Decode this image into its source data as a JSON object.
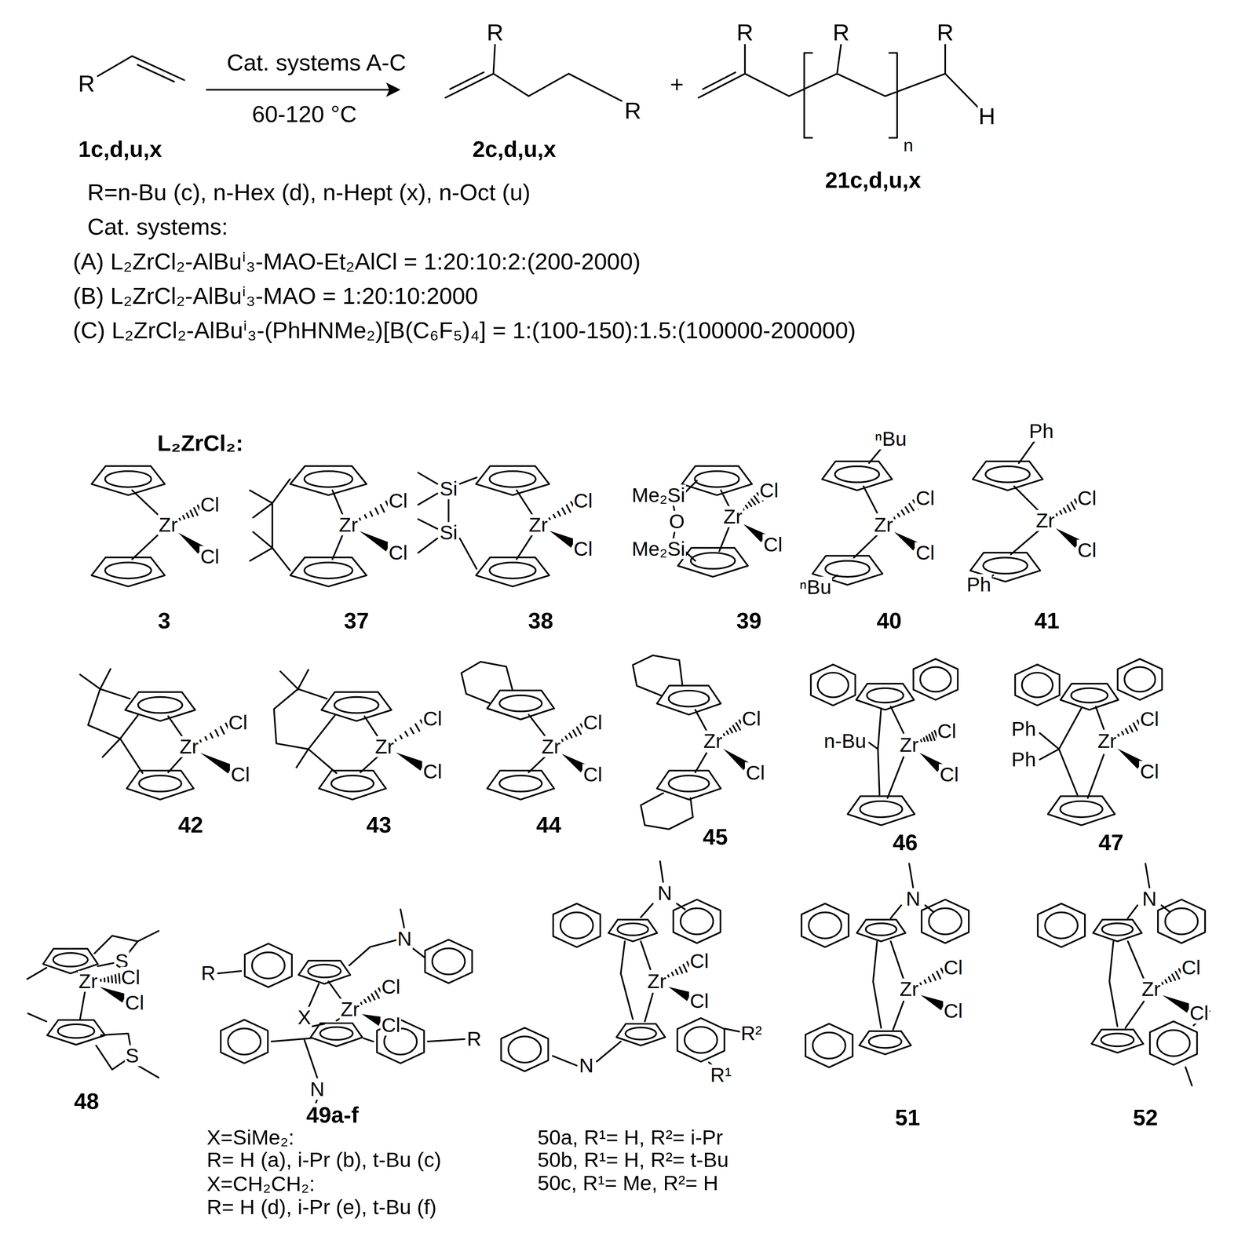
{
  "diagram": {
    "labels": [
      "R",
      "Cat. systems A-C",
      "60-120 °C",
      "R",
      "R",
      "+",
      "R",
      "R",
      "R",
      "H",
      "n",
      "1c,d,u,x",
      "2c,d,u,x",
      "21c,d,u,x",
      "R=n-Bu (c), n-Hex (d), n-Hept (x), n-Oct (u)",
      "Cat. systems:",
      "(A) L₂ZrCl₂-AlBuⁱ₃-MAO-Et₂AlCl = 1:20:10:2:(200-2000)",
      "(B) L₂ZrCl₂-AlBuⁱ₃-MAO = 1:20:10:2000",
      "(C) L₂ZrCl₂-AlBuⁱ₃-(PhHNMe₂)[B(C₆F₅)₄] = 1:(100-150):1.5:(100000-200000)",
      "L₂ZrCl₂:",
      "Zr",
      "Cl",
      "Cl",
      "3",
      "Zr",
      "Cl",
      "Cl",
      "37",
      "Si",
      "Si",
      "Zr",
      "Cl",
      "Cl",
      "38",
      "Me₂Si",
      "O",
      "Me₂Si",
      "Zr",
      "Cl",
      "Cl",
      "39",
      "ⁿBu",
      "Zr",
      "Cl",
      "Cl",
      "ⁿBu",
      "40",
      "Ph",
      "Zr",
      "Cl",
      "Cl",
      "Ph",
      "41",
      "Zr",
      "Cl",
      "Cl",
      "42",
      "Zr",
      "Cl",
      "Cl",
      "43",
      "Zr",
      "Cl",
      "Cl",
      "44",
      "Zr",
      "Cl",
      "Cl",
      "45",
      "n-Bu",
      "Zr",
      "Cl",
      "Cl",
      "46",
      "Ph",
      "Ph",
      "Zr",
      "Cl",
      "Cl",
      "47",
      "S",
      "Zr",
      "Cl",
      "Cl",
      "S",
      "48",
      "N",
      "R",
      "X",
      "Zr",
      "Cl",
      "Cl",
      "R",
      "N",
      "49a-f",
      "X=SiMe₂:",
      "R= H (a), i-Pr (b), t-Bu (c)",
      "X=CH₂CH₂:",
      "R= H (d), i-Pr (e), t-Bu (f)",
      "N",
      "Zr",
      "Cl",
      "Cl",
      "R²",
      "N",
      "R¹",
      "50a, R¹= H, R²= i-Pr",
      "50b, R¹= H, R²= t-Bu",
      "50c, R¹= Me, R²= H",
      "N",
      "Zr",
      "Cl",
      "Cl",
      "51",
      "N",
      "Zr",
      "Cl",
      "Cl",
      "52"
    ]
  }
}
